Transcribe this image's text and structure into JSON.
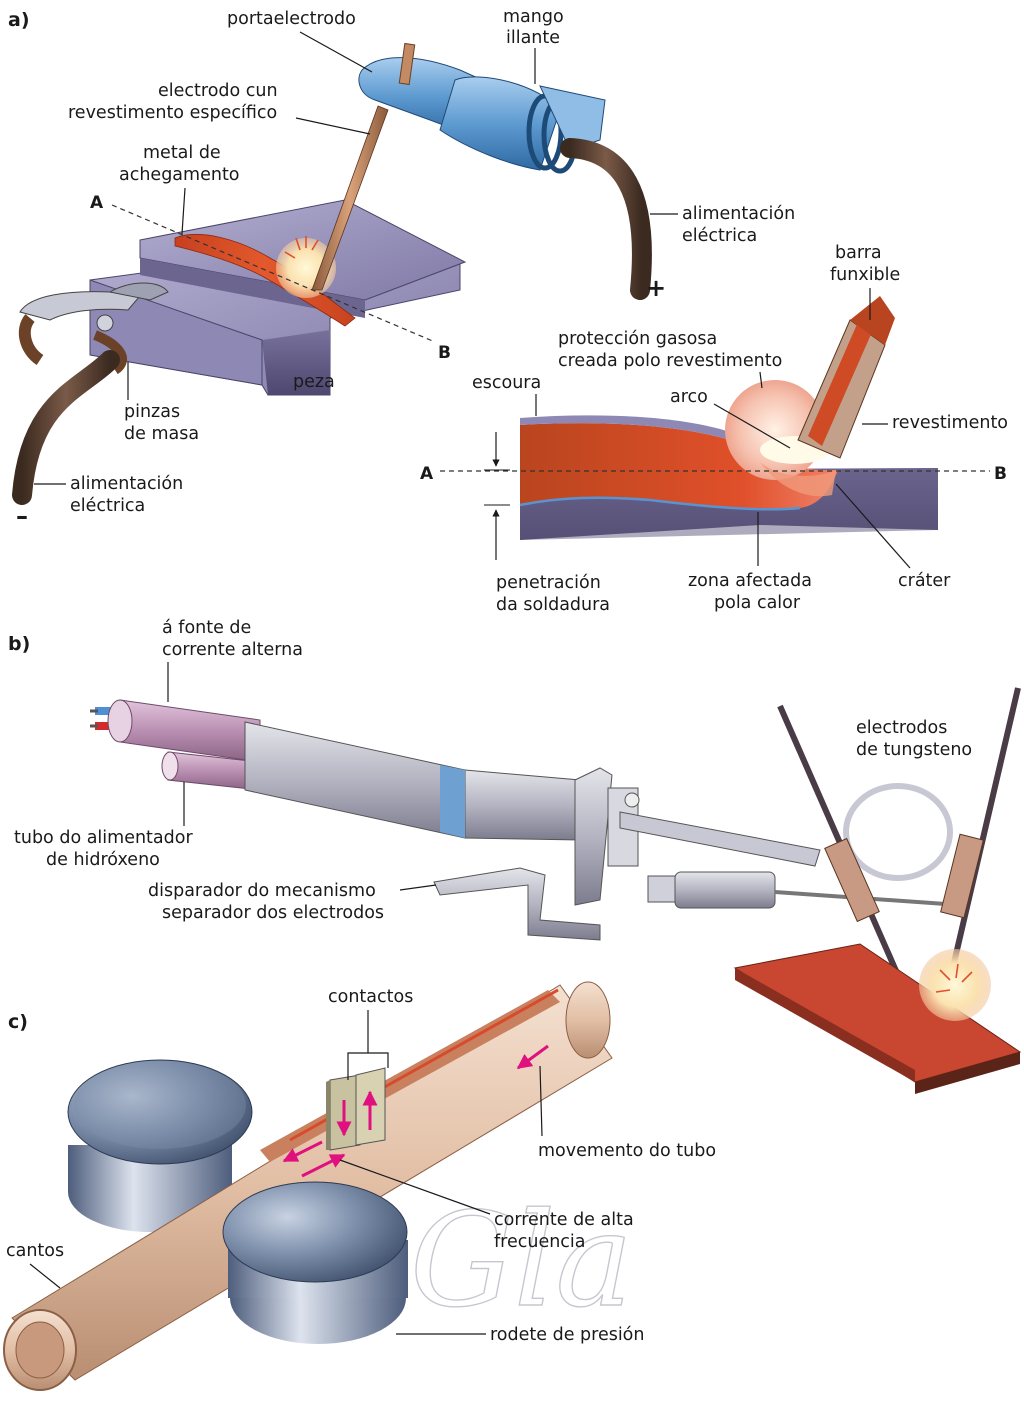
{
  "sections": {
    "a": "a)",
    "b": "b)",
    "c": "c)"
  },
  "part_a": {
    "portaelectrodo": "portaelectrodo",
    "mango_line1": "mango",
    "mango_line2": "illante",
    "electrodo_line1": "electrodo cun",
    "electrodo_line2": "revestimento específico",
    "metal_line1": "metal de",
    "metal_line2": "achegamento",
    "label_A": "A",
    "label_B": "B",
    "alim_plus_line1": "alimentación",
    "alim_plus_line2": "eléctrica",
    "plus_sign": "+",
    "minus_sign": "–",
    "peza": "peza",
    "pinzas_line1": "pinzas",
    "pinzas_line2": "de masa",
    "alim_minus_line1": "alimentación",
    "alim_minus_line2": "eléctrica"
  },
  "part_a_detail": {
    "barra_line1": "barra",
    "barra_line2": "funxible",
    "proteccion_line1": "protección gasosa",
    "proteccion_line2": "creada polo revestimento",
    "escoura": "escoura",
    "arco": "arco",
    "revestimento": "revestimento",
    "label_A": "A",
    "label_B": "B",
    "penetracion_line1": "penetración",
    "penetracion_line2": "da soldadura",
    "zona_line1": "zona afectada",
    "zona_line2": "pola calor",
    "crater": "cráter"
  },
  "part_b": {
    "fonte_line1": "á fonte de",
    "fonte_line2": "corrente alterna",
    "electrodos_line1": "electrodos",
    "electrodos_line2": "de tungsteno",
    "tubo_line1": "tubo do alimentador",
    "tubo_line2": "de hidróxeno",
    "disparador_line1": "disparador do mecanismo",
    "disparador_line2": "separador dos electrodos"
  },
  "part_c": {
    "contactos": "contactos",
    "movemento": "movemento do tubo",
    "corrente_line1": "corrente de alta",
    "corrente_line2": "frecuencia",
    "cantos": "cantos",
    "rodete": "rodete de presión"
  },
  "watermark": "Gla",
  "colors": {
    "steel": "#8b86b0",
    "steel_dark": "#5c577f",
    "weld": "#d8492a",
    "blue_handle": "#6fa8d8",
    "cable": "#4a3428",
    "tube": "#e6c7b0",
    "roller": "#5a6e8c",
    "arrow": "#e0117f"
  }
}
